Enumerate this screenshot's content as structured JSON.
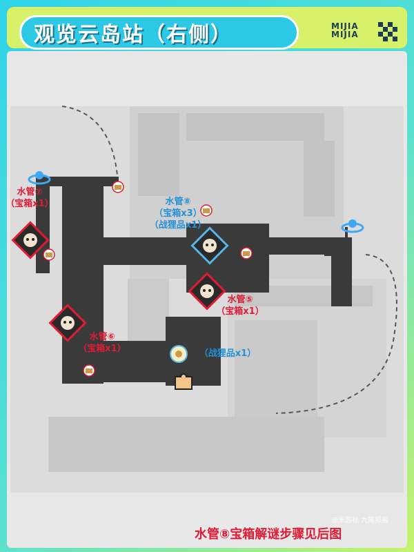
{
  "header": {
    "title": "观览云岛站（右侧）",
    "brand": "MIJIA\nMIJIA"
  },
  "markers": {
    "pipe7": {
      "name": "水管⑦",
      "reward": "（宝箱x1）"
    },
    "pipe8": {
      "name": "水管⑧",
      "reward1": "（宝箱x3）",
      "reward2": "（战狸品x1）"
    },
    "pipe5": {
      "name": "水管⑤",
      "reward": "（宝箱x1）"
    },
    "pipe6": {
      "name": "水管⑥",
      "reward": "（宝箱x1）"
    },
    "trophy": {
      "reward": "（战狸品x1）"
    }
  },
  "footer": {
    "note": "水管⑧宝箱解谜步骤见后图"
  },
  "watermark": "@米游社 九尾狐酱"
}
